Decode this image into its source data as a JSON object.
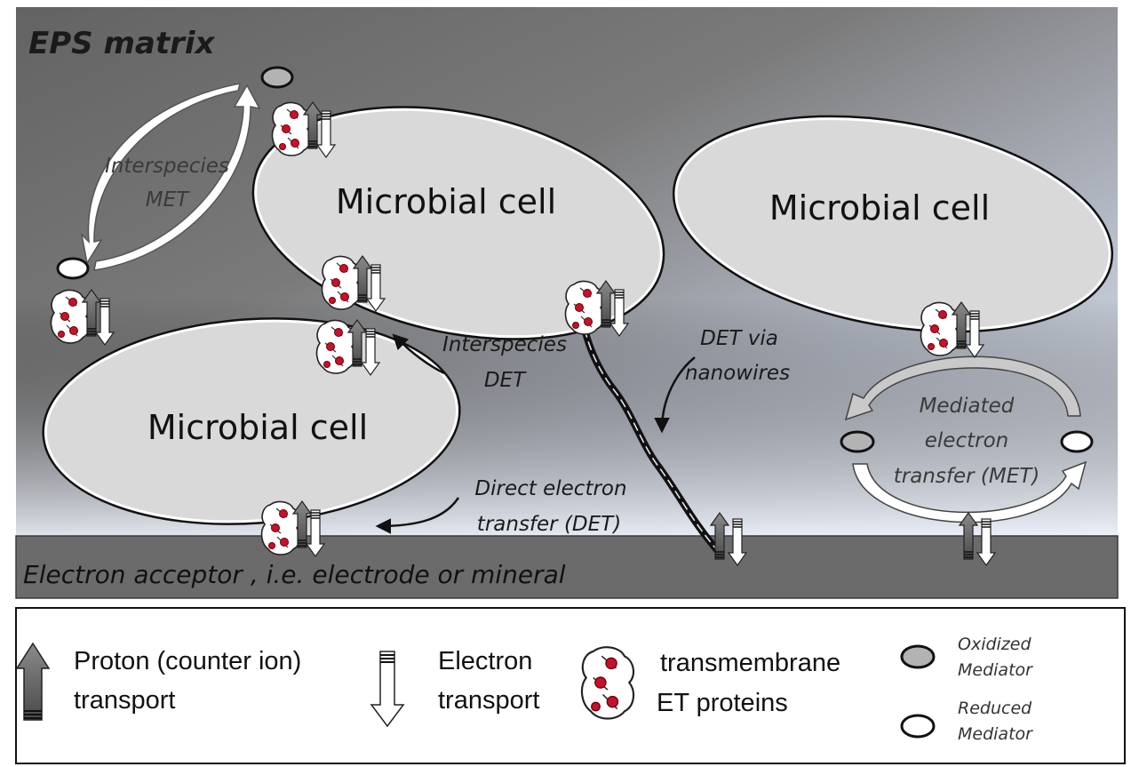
{
  "diagram": {
    "title": "EPS matrix",
    "cells": {
      "top": "Microbial cell",
      "right": "Microbial cell",
      "bottom": "Microbial cell"
    },
    "labels": {
      "interspecies_met_1": "Interspecies",
      "interspecies_met_2": "MET",
      "interspecies_det_1": "Interspecies",
      "interspecies_det_2": "DET",
      "det_nanowires_1": "DET  via",
      "det_nanowires_2": "nanowires",
      "direct_et_1": "Direct electron",
      "direct_et_2": "transfer (DET)",
      "met_1": "Mediated",
      "met_2": "electron",
      "met_3": "transfer (MET)"
    },
    "acceptor": "Electron acceptor , i.e. electrode or mineral",
    "legend": {
      "proton_1": "Proton (counter ion)",
      "proton_2": "transport",
      "electron_1": "Electron",
      "electron_2": "transport",
      "protein_1": "transmembrane",
      "protein_2": "ET proteins",
      "oxidized_1": "Oxidized",
      "oxidized_2": "Mediator",
      "reduced_1": "Reduced",
      "reduced_2": "Mediator"
    },
    "colors": {
      "background_dark": "#6e6e6e",
      "background_light": "#dde5f0",
      "cell_fill": "#d9d9d9",
      "acceptor_fill": "#6b6b6b",
      "protein_dot": "#c8102e",
      "oxidized_mediator": "#b3b3b3",
      "reduced_mediator": "#ffffff"
    }
  }
}
